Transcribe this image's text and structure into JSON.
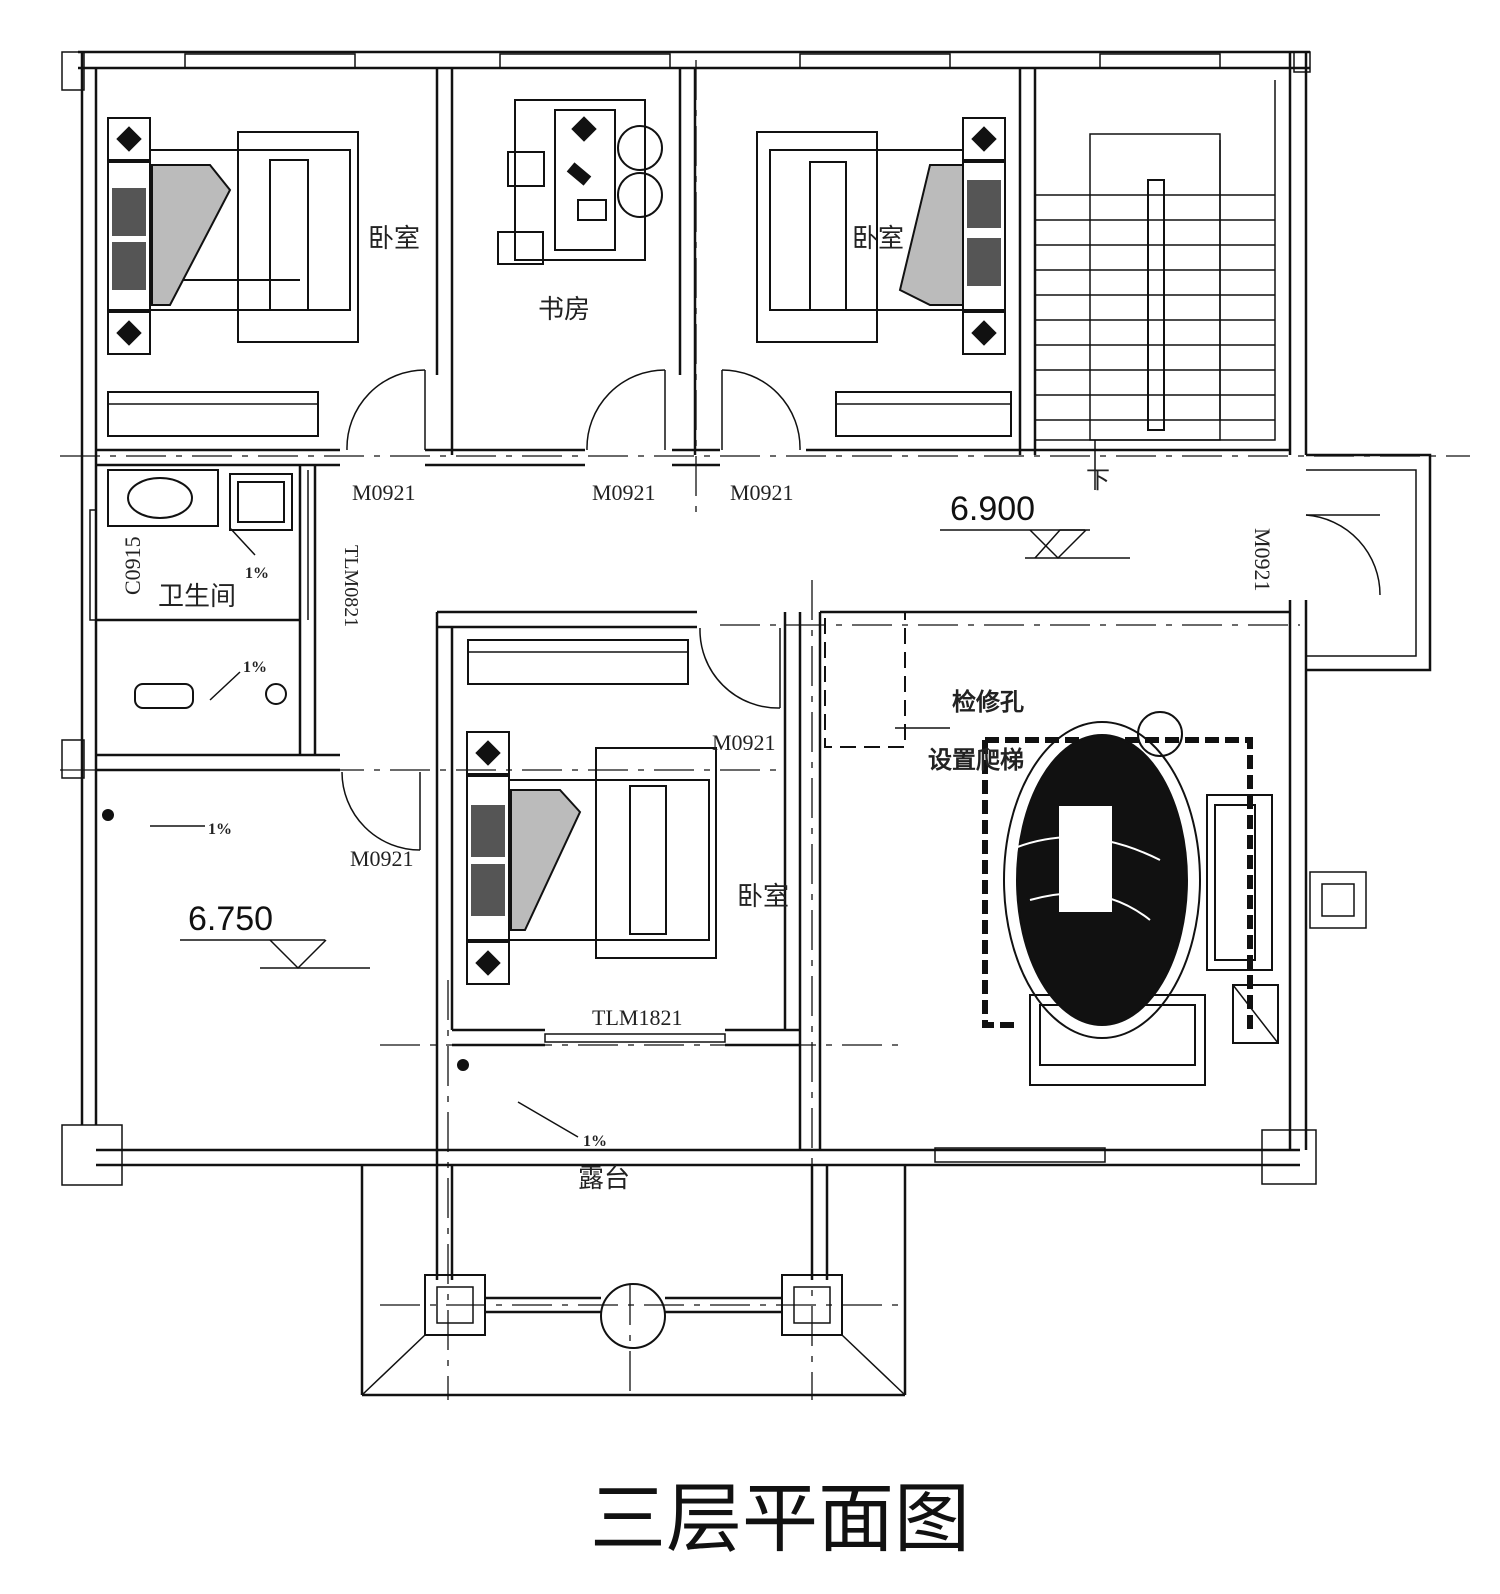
{
  "title": "三层平面图",
  "rooms": {
    "bedroom_top_left": "卧室",
    "study": "书房",
    "bedroom_top_right": "卧室",
    "bathroom": "卫生间",
    "bedroom_center": "卧室",
    "terrace": "露台",
    "access_hole_line1": "检修孔",
    "access_hole_line2": "设置爬梯"
  },
  "door_codes": {
    "d1": "M0921",
    "d2": "M0921",
    "d3": "M0921",
    "d4": "M0921",
    "d5": "M0921",
    "d6": "M0921",
    "window_bath": "C0915",
    "sliding_bath": "TLM0821",
    "sliding_bed": "TLM1821"
  },
  "elevations": {
    "upper": "6.900",
    "lower": "6.750"
  },
  "slopes": {
    "s1": "1%",
    "s2": "1%",
    "s3": "1%",
    "s4": "1%"
  },
  "stair_mark": "下"
}
